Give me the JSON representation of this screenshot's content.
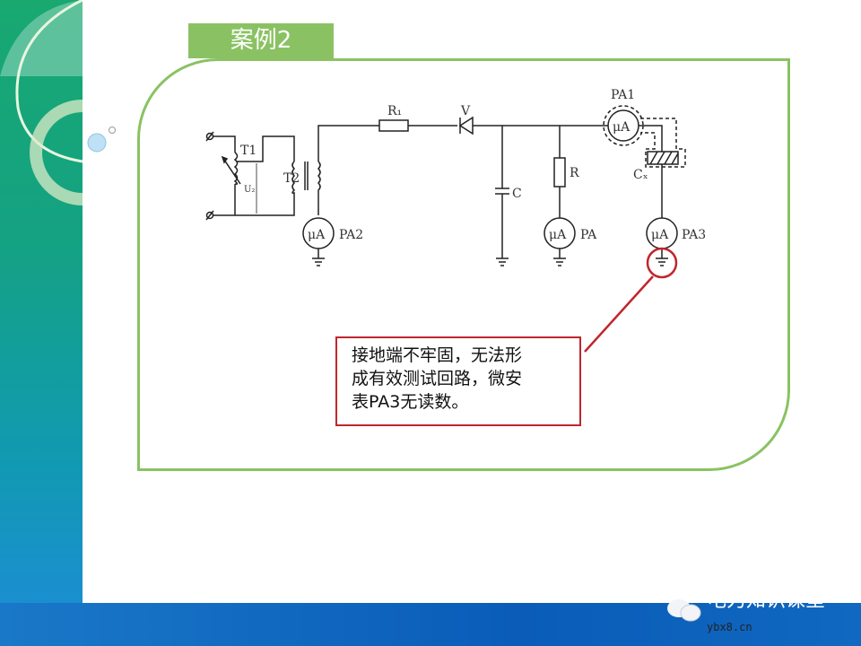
{
  "slide": {
    "title": "案例2",
    "note_lines": [
      "接地端不牢固，无法形",
      "成有效测试回路，微安",
      "表PA3无读数。"
    ]
  },
  "circuit": {
    "labels": {
      "T1": "T1",
      "T2": "T2",
      "U2": "U₂",
      "R1": "R₁",
      "V": "V",
      "C": "C",
      "R": "R",
      "PA": "PA",
      "PA1": "PA1",
      "PA2": "PA2",
      "PA3": "PA3",
      "Cx": "Cₓ",
      "meter": "μA"
    }
  },
  "watermark": {
    "brand": "电力知识课堂",
    "site": "ybx8.cn"
  },
  "colors": {
    "accent_green": "#8ac263",
    "highlight_red": "#c0262c"
  }
}
